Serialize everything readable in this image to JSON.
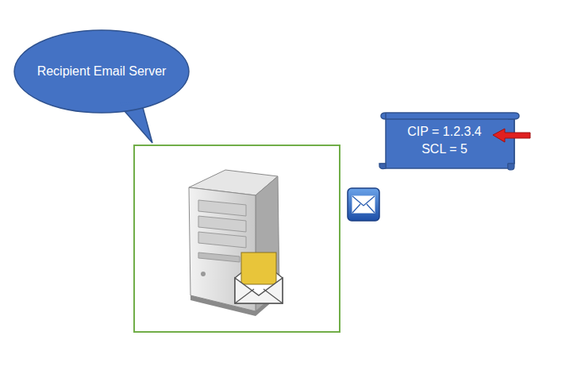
{
  "diagram": {
    "nodes": [
      {
        "text": [
          "Recipient Email Server"
        ]
      },
      {
        "text": [
          "CIP = 1.2.3.4",
          "SCL = 5"
        ]
      }
    ]
  }
}
